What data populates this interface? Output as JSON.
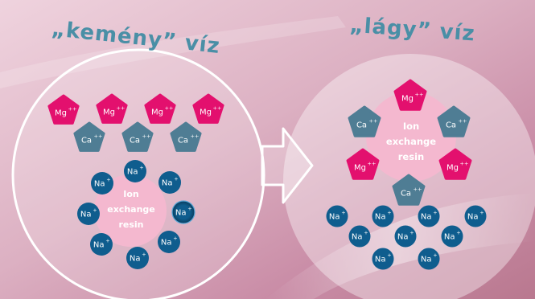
{
  "titles": {
    "hard": "„kemény” víz",
    "soft": "„lágy” víz"
  },
  "resin_label": [
    "Ion",
    "exchange",
    "resin"
  ],
  "ions": {
    "mg": {
      "symbol": "Mg",
      "charge": "++",
      "color": "#e3106e",
      "shape": "pentagon"
    },
    "ca": {
      "symbol": "Ca",
      "charge": "++",
      "color": "#4f7d94",
      "shape": "pentagon"
    },
    "na": {
      "symbol": "Na",
      "charge": "+",
      "color": "#0f5d8e",
      "shape": "circle"
    }
  },
  "colors": {
    "background": "#e3b8ca",
    "circle_fill": "#ffffff",
    "resin_fill": "#f4b8cf",
    "title": "#4a8fa6",
    "arrow": "#ffffff"
  },
  "hard_water_counts": {
    "mg": 4,
    "ca": 3,
    "na_on_resin": 8
  },
  "soft_water_counts": {
    "mg_on_resin": 3,
    "ca_on_resin": 3,
    "na_free": 9
  }
}
